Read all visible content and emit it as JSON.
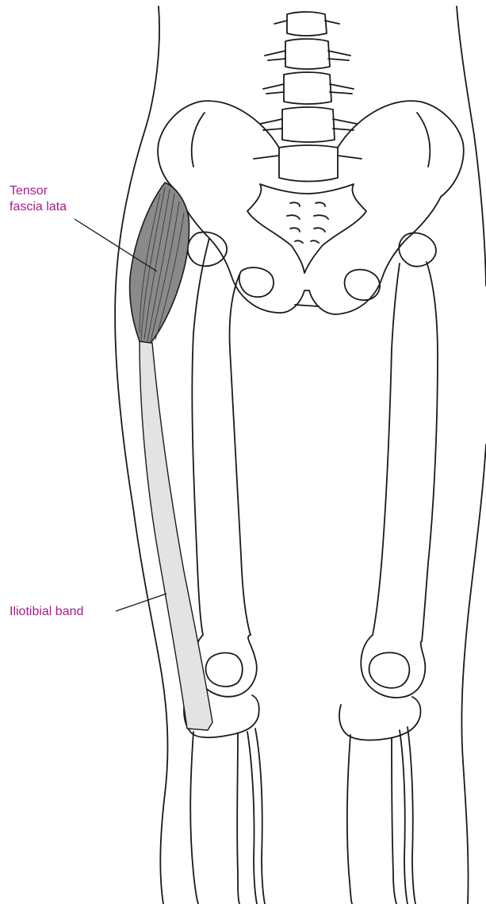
{
  "colors": {
    "label_text": "#a31e8c",
    "outline": "#1a1a1a",
    "muscle_fill": "#8a8a8a",
    "band_fill": "#e3e3e3",
    "background": "#ffffff"
  },
  "labels": {
    "tensor_line1": "Tensor",
    "tensor_line2": "fascia lata",
    "iliotibial_band": "Iliotibial band"
  }
}
